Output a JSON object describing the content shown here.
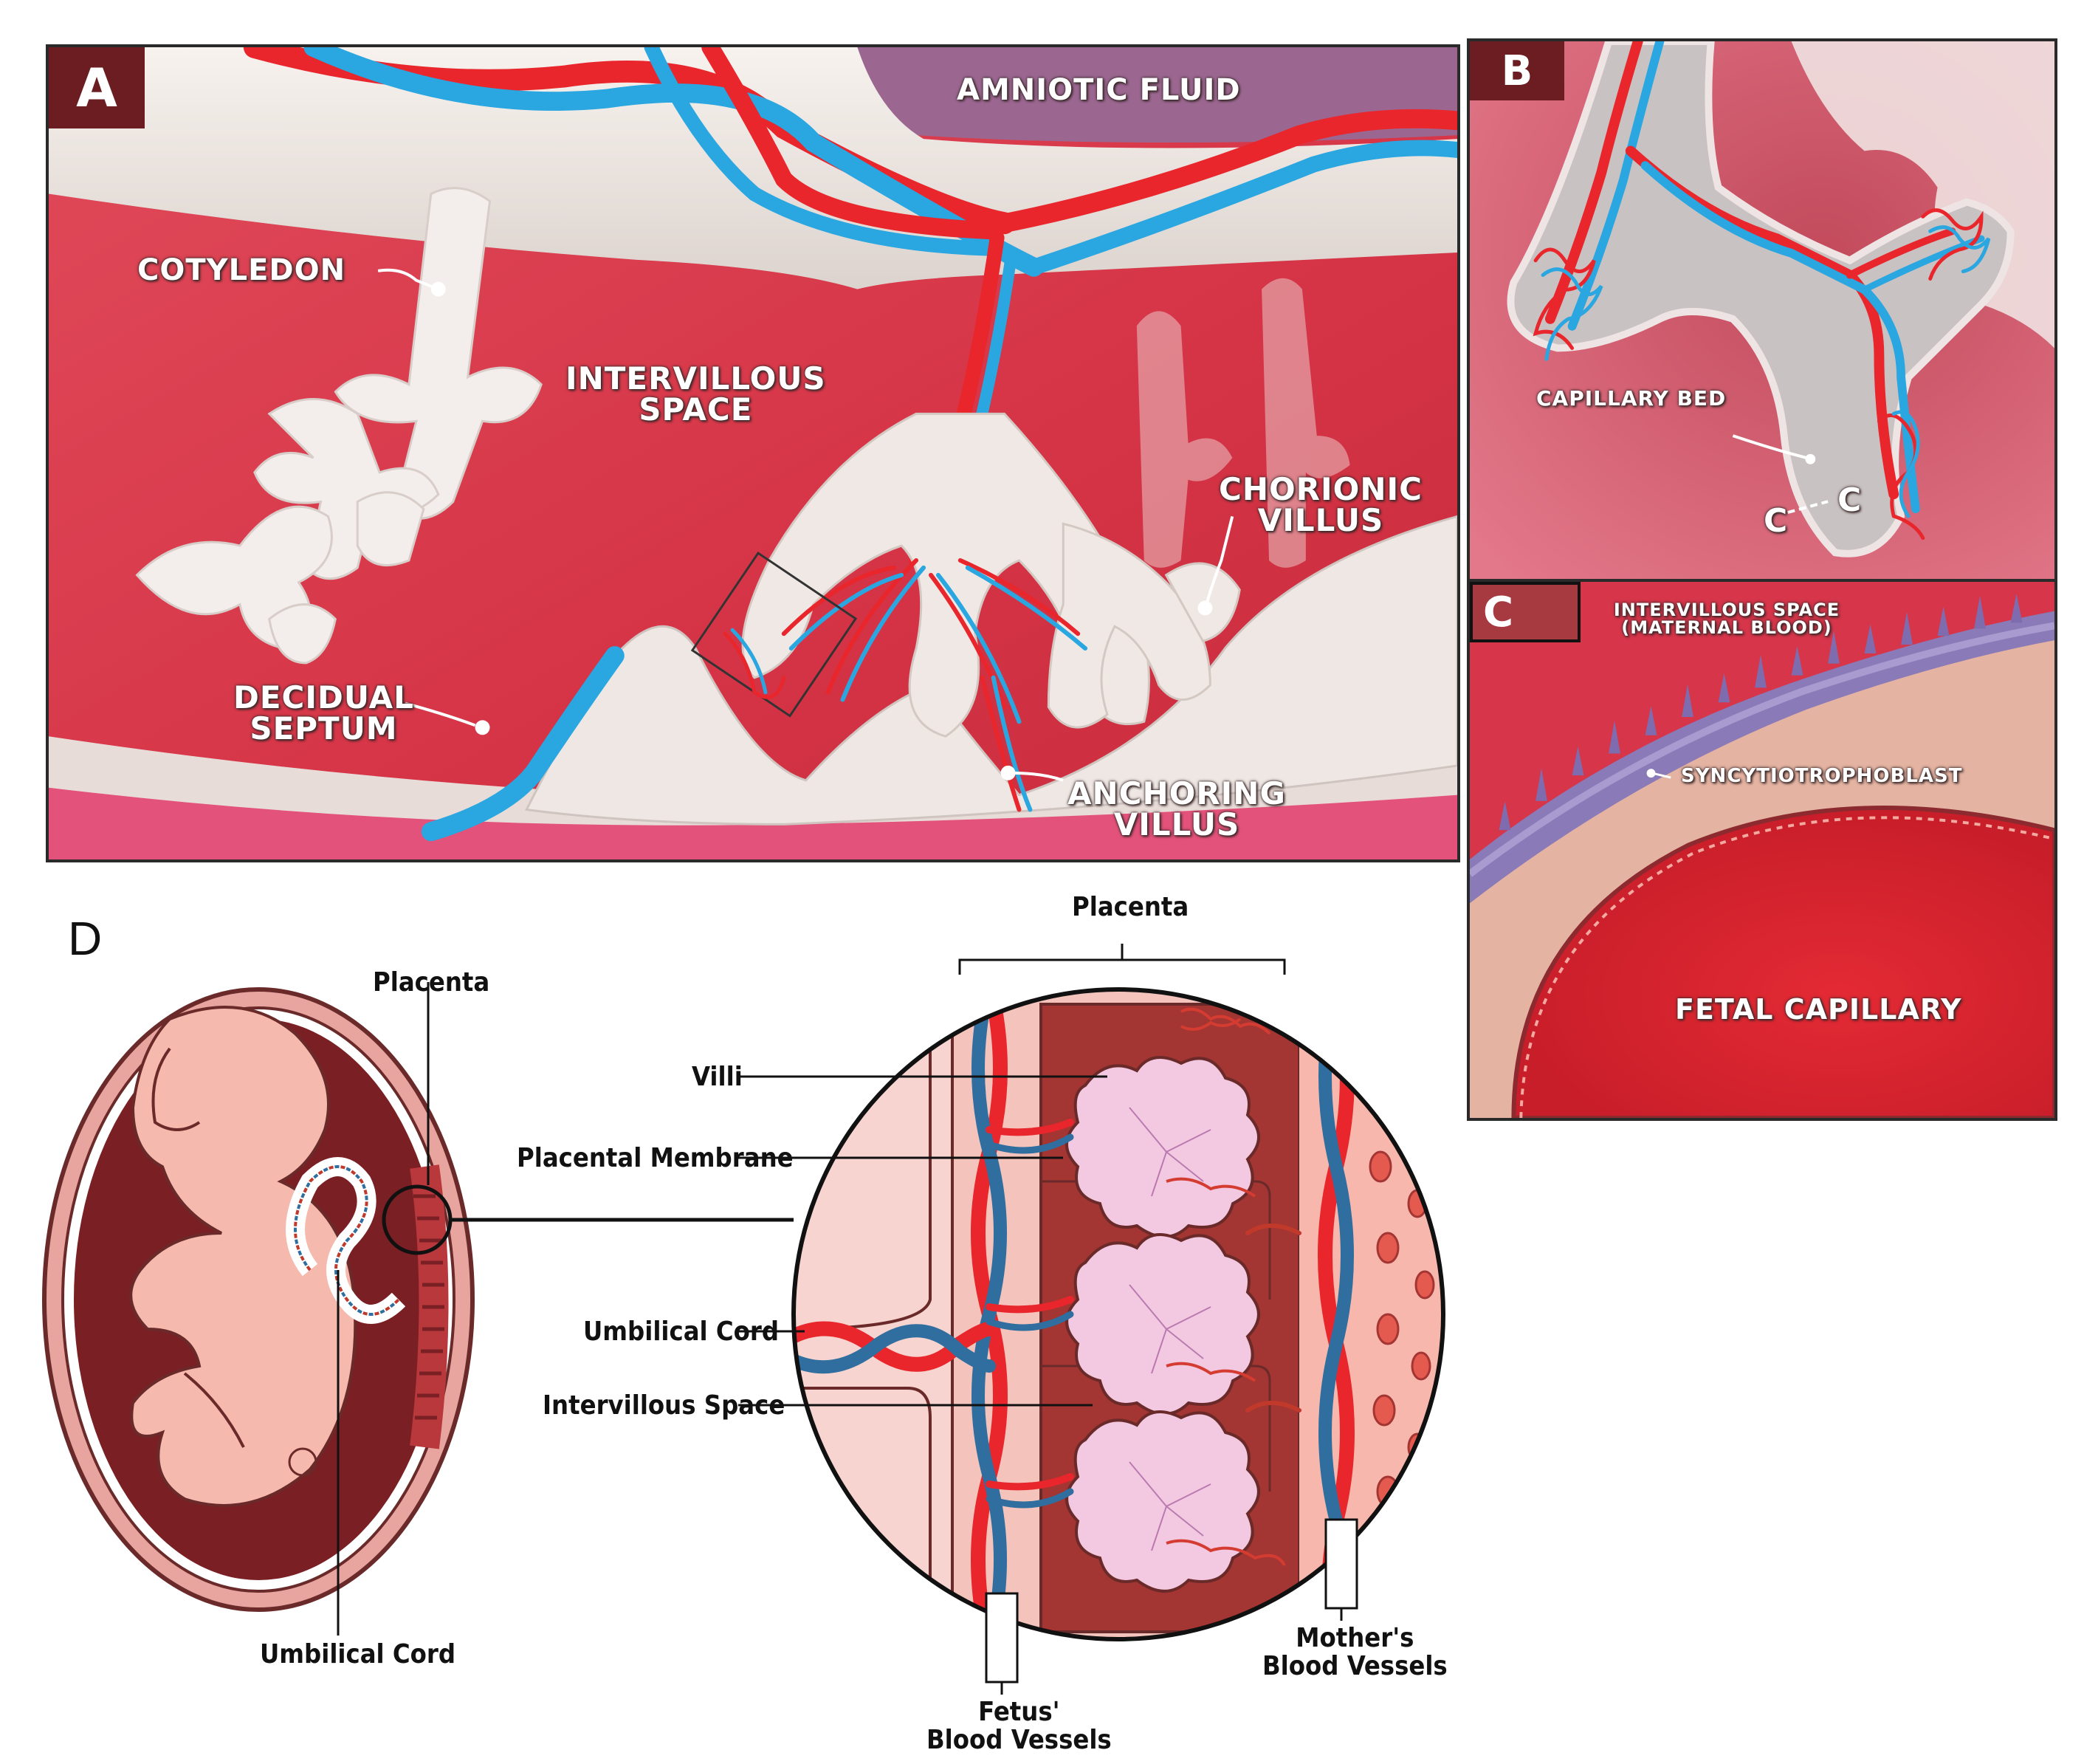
{
  "panel_a": {
    "label": "A",
    "amniotic_fluid": "AMNIOTIC FLUID",
    "cotyledon": "COTYLEDON",
    "intervillous_line1": "INTERVILLOUS",
    "intervillous_line2": "SPACE",
    "chorionic_line1": "CHORIONIC",
    "chorionic_line2": "VILLUS",
    "decidual_line1": "DECIDUAL",
    "decidual_line2": "SEPTUM",
    "anchoring_line1": "ANCHORING",
    "anchoring_line2": "VILLUS"
  },
  "panel_b": {
    "label": "B",
    "capillary_bed": "CAPILLARY BED",
    "section_left": "C",
    "section_right": "C"
  },
  "panel_c": {
    "label": "C",
    "intervillous_line1": "INTERVILLOUS SPACE",
    "intervillous_line2": "(MATERNAL BLOOD)",
    "syncytiotrophoblast": "SYNCYTIOTROPHOBLAST",
    "fetal_capillary": "FETAL CAPILLARY"
  },
  "panel_d": {
    "label": "D",
    "placenta_small": "Placenta",
    "umbilical_cord_small": "Umbilical Cord",
    "placenta_bracket": "Placenta",
    "villi": "Villi",
    "placental_membrane": "Placental Membrane",
    "umbilical_cord": "Umbilical Cord",
    "intervillous_space": "Intervillous Space",
    "fetus_line1": "Fetus'",
    "fetus_line2": "Blood Vessels",
    "mother_line1": "Mother's",
    "mother_line2": "Blood Vessels"
  },
  "colors": {
    "maternal_blood": "#d8344a",
    "artery_red": "#e8262c",
    "vein_blue": "#2aa6e0",
    "villus_white": "#f1ece8",
    "label_box": "#6b1d22",
    "diagram_dark_red": "#8b2a2c",
    "diagram_pink": "#f7c0b8",
    "diagram_blue": "#2f6e9e"
  }
}
